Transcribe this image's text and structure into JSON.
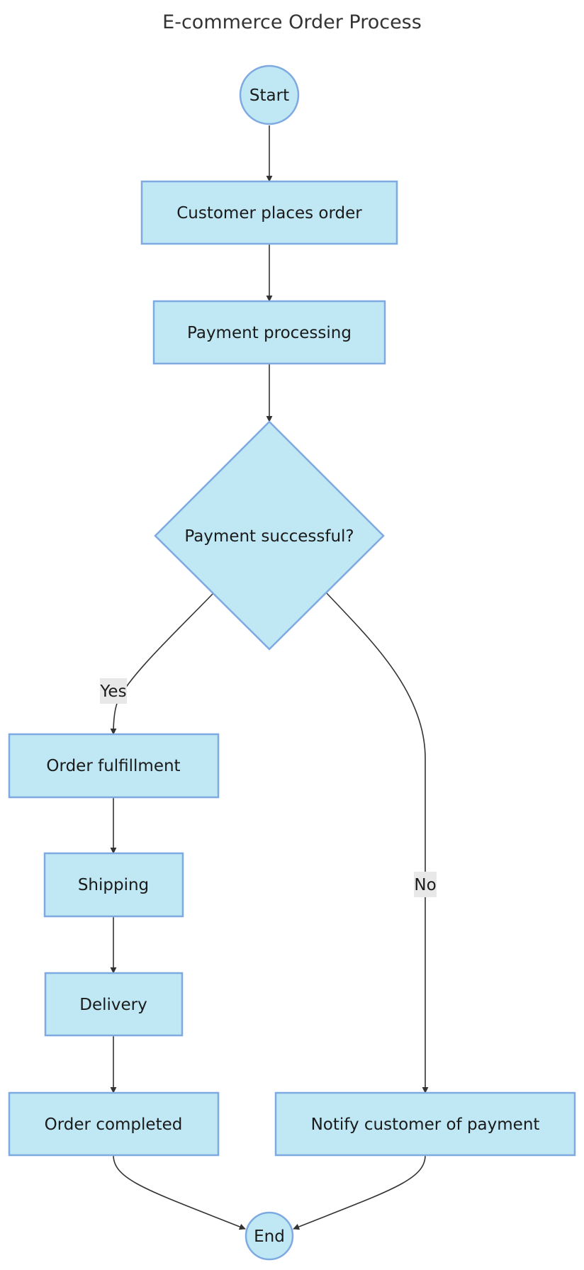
{
  "title": "E-commerce Order Process",
  "colors": {
    "node_fill": "#bfe8f4",
    "node_stroke": "#7ea9e1",
    "edge": "#333333",
    "edge_label_bg": "#e8e8e8"
  },
  "nodes": {
    "start": "Start",
    "customer_places_order": "Customer places order",
    "payment_processing": "Payment processing",
    "payment_successful": "Payment successful?",
    "order_fulfillment": "Order fulfillment",
    "shipping": "Shipping",
    "delivery": "Delivery",
    "order_completed": "Order completed",
    "notify_customer": "Notify customer of payment",
    "end": "End"
  },
  "edge_labels": {
    "yes": "Yes",
    "no": "No"
  }
}
